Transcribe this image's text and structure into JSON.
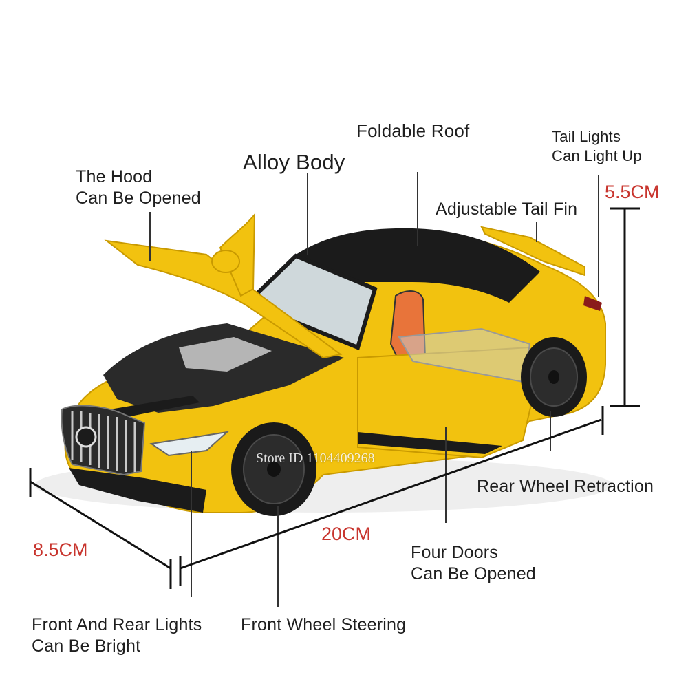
{
  "labels": {
    "alloy_body": "Alloy Body",
    "foldable_roof": "Foldable Roof",
    "tail_lights": [
      "Tail Lights",
      "Can Light Up"
    ],
    "hood": [
      "The Hood",
      "Can Be Opened"
    ],
    "tail_fin": "Adjustable Tail Fin",
    "rear_wheel": "Rear Wheel Retraction",
    "four_doors": [
      "Four Doors",
      "Can Be Opened"
    ],
    "lights": [
      "Front And Rear Lights",
      "Can Be Bright"
    ],
    "front_wheel": "Front Wheel Steering"
  },
  "dimensions": {
    "height": "5.5CM",
    "length": "20CM",
    "width": "8.5CM"
  },
  "watermark": "Store ID 1104409268",
  "colors": {
    "body": "#f2c20f",
    "roof": "#1b1b1b",
    "dimension_text": "#c8352e",
    "annotation_line": "#333333"
  }
}
